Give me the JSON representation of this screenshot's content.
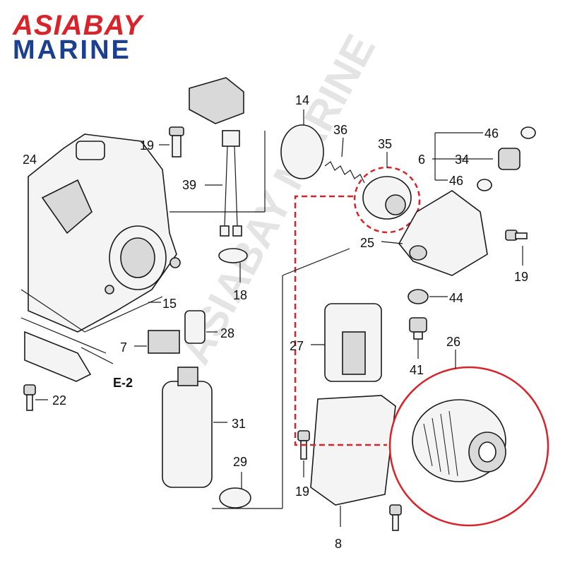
{
  "brand": {
    "line1": "ASIABAY",
    "line2": "MARINE",
    "line1_color": "#d8232a",
    "line2_color": "#1d3f8f"
  },
  "watermark": "ASIABAY MARINE",
  "highlight_color": "#d8232a",
  "callouts": {
    "p24": "24",
    "p19a": "19",
    "p14": "14",
    "p36": "36",
    "p35": "35",
    "p46a": "46",
    "p46b": "46",
    "p6": "6",
    "p34": "34",
    "p39": "39",
    "p25": "25",
    "p19b": "19",
    "p18": "18",
    "p15": "15",
    "p44": "44",
    "p28": "28",
    "p7": "7",
    "p27": "27",
    "p41": "41",
    "p26": "26",
    "e2": "E-2",
    "p22": "22",
    "p31": "31",
    "p29": "29",
    "p19c": "19",
    "p8": "8"
  }
}
